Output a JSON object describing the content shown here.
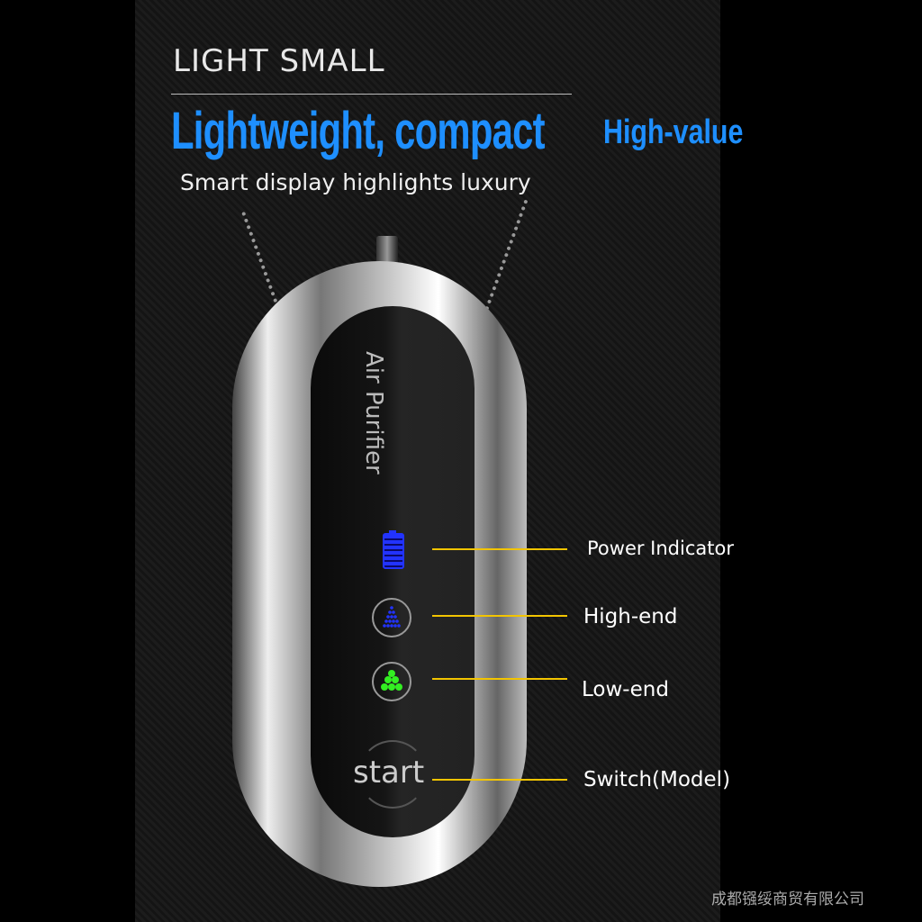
{
  "header": {
    "kicker": "LIGHT SMALL",
    "headline": "Lightweight, compact",
    "headline_suffix": "High-value",
    "subheadline": "Smart display highlights luxury"
  },
  "device": {
    "label": "Air Purifier",
    "start_label": "start",
    "accent_blue": "#2233ff",
    "accent_green": "#33ee22"
  },
  "callouts": [
    {
      "label": "Power Indicator",
      "icon": "battery-icon"
    },
    {
      "label": "High-end",
      "icon": "high-mode-icon"
    },
    {
      "label": "Low-end",
      "icon": "low-mode-icon"
    },
    {
      "label": "Switch(Model)",
      "icon": "start-button"
    }
  ],
  "watermark": "成都镪绥商贸有限公司"
}
